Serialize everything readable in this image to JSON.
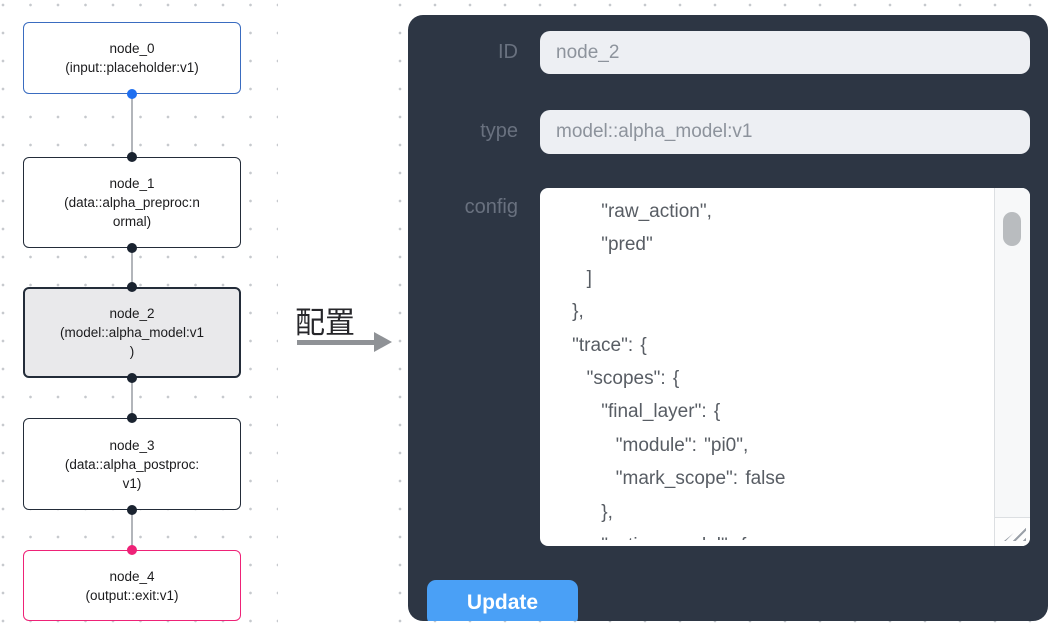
{
  "flow": {
    "nodes": [
      {
        "name": "node_0",
        "type": "(input::placeholder:v1)"
      },
      {
        "name": "node_1",
        "type": "(data::alpha_preproc:n\normal)"
      },
      {
        "name": "node_2",
        "type": "(model::alpha_model:v1\n)"
      },
      {
        "name": "node_3",
        "type": "(data::alpha_postproc:\nv1)"
      },
      {
        "name": "node_4",
        "type": "(output::exit:v1)"
      }
    ],
    "transition_label": "配置"
  },
  "panel": {
    "fields": [
      {
        "label": "ID",
        "value": "node_2"
      },
      {
        "label": "type",
        "value": "model::alpha_model:v1"
      },
      {
        "label": "config"
      }
    ],
    "config_text": "        \"raw_action\",\n        \"pred\"\n      ]\n    },\n    \"trace\": {\n      \"scopes\": {\n        \"final_layer\": {\n          \"module\": \"pi0\",\n          \"mark_scope\": false\n        },\n        \"action_model\": {",
    "update_label": "Update"
  },
  "colors": {
    "panel_bg": "#2d3644",
    "button_blue": "#4aa0f6",
    "input_bg": "#edeff3",
    "node_default_border": "#232c39",
    "node_input_border": "#3a6cc0",
    "node_output_border": "#ee2277",
    "node_selected_bg": "#e9e9eb",
    "port_blue": "#1f6ff0",
    "port_dark": "#1a2330",
    "port_pink": "#ee2277"
  }
}
